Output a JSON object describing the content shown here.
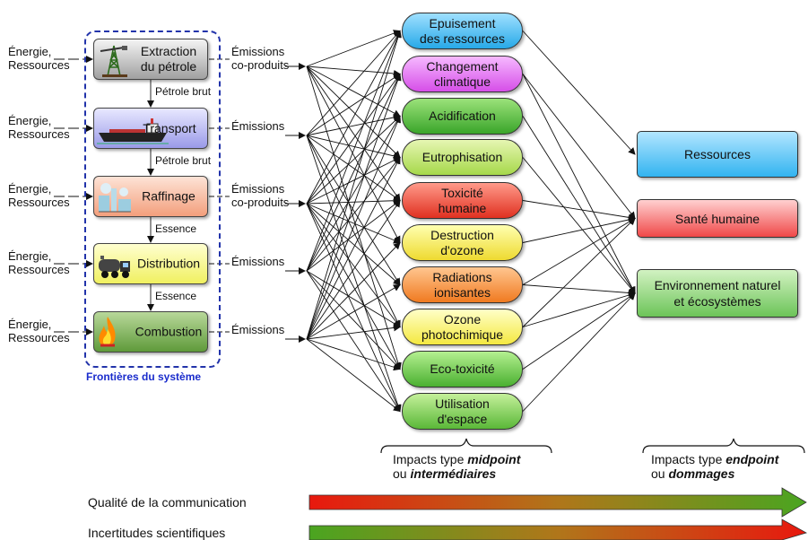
{
  "input_label": [
    "Énergie,",
    "Ressources"
  ],
  "stages": [
    {
      "name": "Extraction\ndu pétrole",
      "emissions": "Émissions\nco-produits",
      "color_top": "#f4f4f4",
      "color_bottom": "#a0a0a0",
      "icon": "oil-derrick-icon"
    },
    {
      "name": "Transport",
      "emissions": "Émissions",
      "color_top": "#e8e8ff",
      "color_bottom": "#9a9ae8",
      "icon": "tanker-ship-icon"
    },
    {
      "name": "Raffinage",
      "emissions": "Émissions\nco-produits",
      "color_top": "#fde3d6",
      "color_bottom": "#f39f7c",
      "icon": "refinery-icon"
    },
    {
      "name": "Distribution",
      "emissions": "Émissions",
      "color_top": "#ffffd0",
      "color_bottom": "#f0f060",
      "icon": "tanker-truck-icon"
    },
    {
      "name": "Combustion",
      "emissions": "Émissions",
      "color_top": "#b8d89a",
      "color_bottom": "#5f9a3a",
      "icon": "flame-icon"
    }
  ],
  "between_labels": [
    "Pétrole brut",
    "Pétrole brut",
    "Essence",
    "Essence"
  ],
  "frontier_label": "Frontières du système",
  "midpoints": [
    {
      "label": "Epuisement\ndes ressources",
      "color_top": "#9fe0ff",
      "color_bottom": "#27a9e8"
    },
    {
      "label": "Changement\nclimatique",
      "color_top": "#f6b9ff",
      "color_bottom": "#d64ee8"
    },
    {
      "label": "Acidification",
      "color_top": "#9be27a",
      "color_bottom": "#3aa52a"
    },
    {
      "label": "Eutrophisation",
      "color_top": "#e6f6b2",
      "color_bottom": "#a6d84a"
    },
    {
      "label": "Toxicité\nhumaine",
      "color_top": "#ff9a8a",
      "color_bottom": "#e03020"
    },
    {
      "label": "Destruction\nd'ozone",
      "color_top": "#ffffb0",
      "color_bottom": "#eeda30"
    },
    {
      "label": "Radiations\nionisantes",
      "color_top": "#ffc690",
      "color_bottom": "#f07a20"
    },
    {
      "label": "Ozone\nphotochimique",
      "color_top": "#ffffc8",
      "color_bottom": "#f4e840"
    },
    {
      "label": "Eco-toxicité",
      "color_top": "#b4f090",
      "color_bottom": "#4ab030"
    },
    {
      "label": "Utilisation\nd'espace",
      "color_top": "#c4f09a",
      "color_bottom": "#5ab838"
    }
  ],
  "endpoints": [
    {
      "label": "Ressources",
      "color_top": "#b2e6ff",
      "color_bottom": "#32b4f0"
    },
    {
      "label": "Santé humaine",
      "color_top": "#ffd0d0",
      "color_bottom": "#f04848"
    },
    {
      "label": "Environnement naturel\net écosystèmes",
      "color_top": "#d2f2c2",
      "color_bottom": "#6cc458"
    }
  ],
  "midpoint_caption": {
    "line1": "Impacts type ",
    "bold1": "midpoint",
    "line2": "ou ",
    "bold2": "intermédiaires"
  },
  "endpoint_caption": {
    "line1": "Impacts type ",
    "bold1": "endpoint",
    "line2": "ou ",
    "bold2": "dommages"
  },
  "bottom": {
    "quality": "Qualité de la communication",
    "uncertainty": "Incertitudes scientifiques"
  }
}
